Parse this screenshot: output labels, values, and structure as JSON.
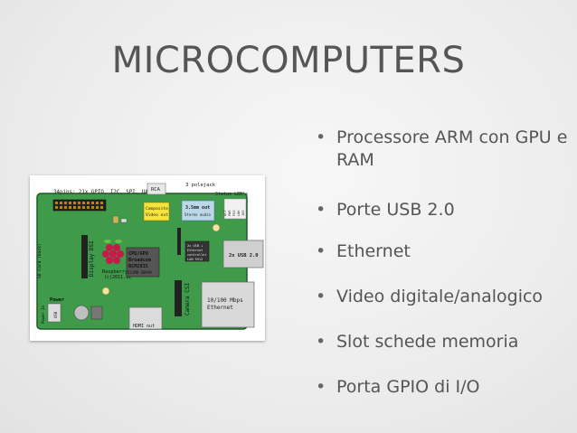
{
  "slide": {
    "title": "MICROCOMPUTERS",
    "bullets": [
      "Processore ARM con GPU e",
      "RAM",
      "Porte USB 2.0",
      "Ethernet",
      "Video digitale/analogico",
      "Slot schede memoria",
      "Porta GPIO di I/O"
    ],
    "bullet_char": "•"
  },
  "diagram": {
    "pins_label": "34pins: 21x GPIO, I2C, SPI, UART",
    "rca": "RCA",
    "polejack": "3 polejack",
    "status_leds": "Status LED's",
    "composite": [
      "Composite",
      "Video out"
    ],
    "audio": [
      "3.5mm out",
      "Stereo audio"
    ],
    "cpu": [
      "CPU/GPU",
      "Broadcom",
      "BCM2835",
      "512MB SDRAM"
    ],
    "rpi": [
      "Raspberry Pi",
      "(c)2011.12"
    ],
    "usb_eth_chip": [
      "2x USB +",
      "Ethernet",
      "controller",
      "LAN 9512"
    ],
    "usb": "2x USB 2.0",
    "display_dsi": "Display DSI",
    "sd_card": "SD Card (back)",
    "power": "Power",
    "power_in": [
      "Power In",
      "USB"
    ],
    "camera_csi": "Camera CSI",
    "ethernet": [
      "10/100 Mbps",
      "Ethernet"
    ],
    "hdmi": "HDMI out",
    "led_labels": [
      "ACT",
      "PWR",
      "FDX",
      "LNK",
      "100"
    ]
  }
}
